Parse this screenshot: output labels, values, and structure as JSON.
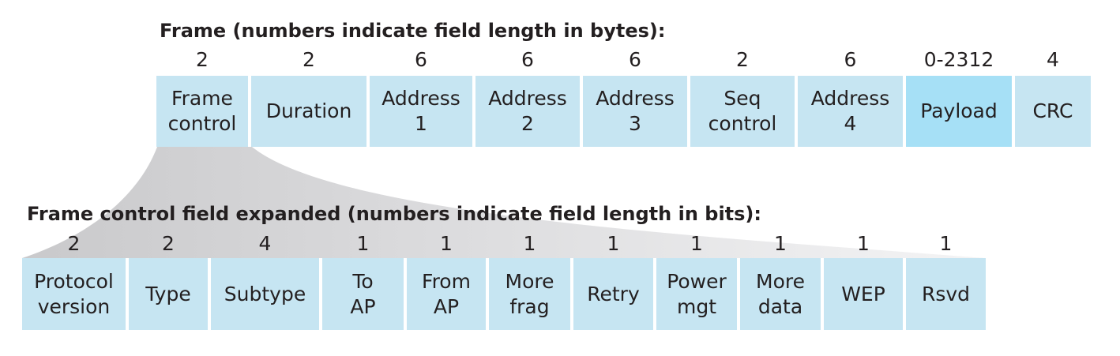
{
  "frame": {
    "heading": "Frame (numbers indicate field length in bytes):",
    "fields": [
      {
        "label": "Frame\ncontrol",
        "length": "2"
      },
      {
        "label": "Duration",
        "length": "2"
      },
      {
        "label": "Address\n1",
        "length": "6"
      },
      {
        "label": "Address\n2",
        "length": "6"
      },
      {
        "label": "Address\n3",
        "length": "6"
      },
      {
        "label": "Seq\ncontrol",
        "length": "2"
      },
      {
        "label": "Address\n4",
        "length": "6"
      },
      {
        "label": "Payload",
        "length": "0-2312",
        "highlight": true
      },
      {
        "label": "CRC",
        "length": "4"
      }
    ]
  },
  "frame_control": {
    "heading": "Frame control field expanded (numbers indicate field length in bits):",
    "fields": [
      {
        "label": "Protocol\nversion",
        "length": "2"
      },
      {
        "label": "Type",
        "length": "2"
      },
      {
        "label": "Subtype",
        "length": "4"
      },
      {
        "label": "To\nAP",
        "length": "1"
      },
      {
        "label": "From\nAP",
        "length": "1"
      },
      {
        "label": "More\nfrag",
        "length": "1"
      },
      {
        "label": "Retry",
        "length": "1"
      },
      {
        "label": "Power\nmgt",
        "length": "1"
      },
      {
        "label": "More\ndata",
        "length": "1"
      },
      {
        "label": "WEP",
        "length": "1"
      },
      {
        "label": "Rsvd",
        "length": "1"
      }
    ]
  },
  "colors": {
    "field_fill": "#c6e5f2",
    "payload_fill": "#a6e0f6",
    "expansion_shade": "#d2d2d4",
    "text": "#231f20"
  }
}
